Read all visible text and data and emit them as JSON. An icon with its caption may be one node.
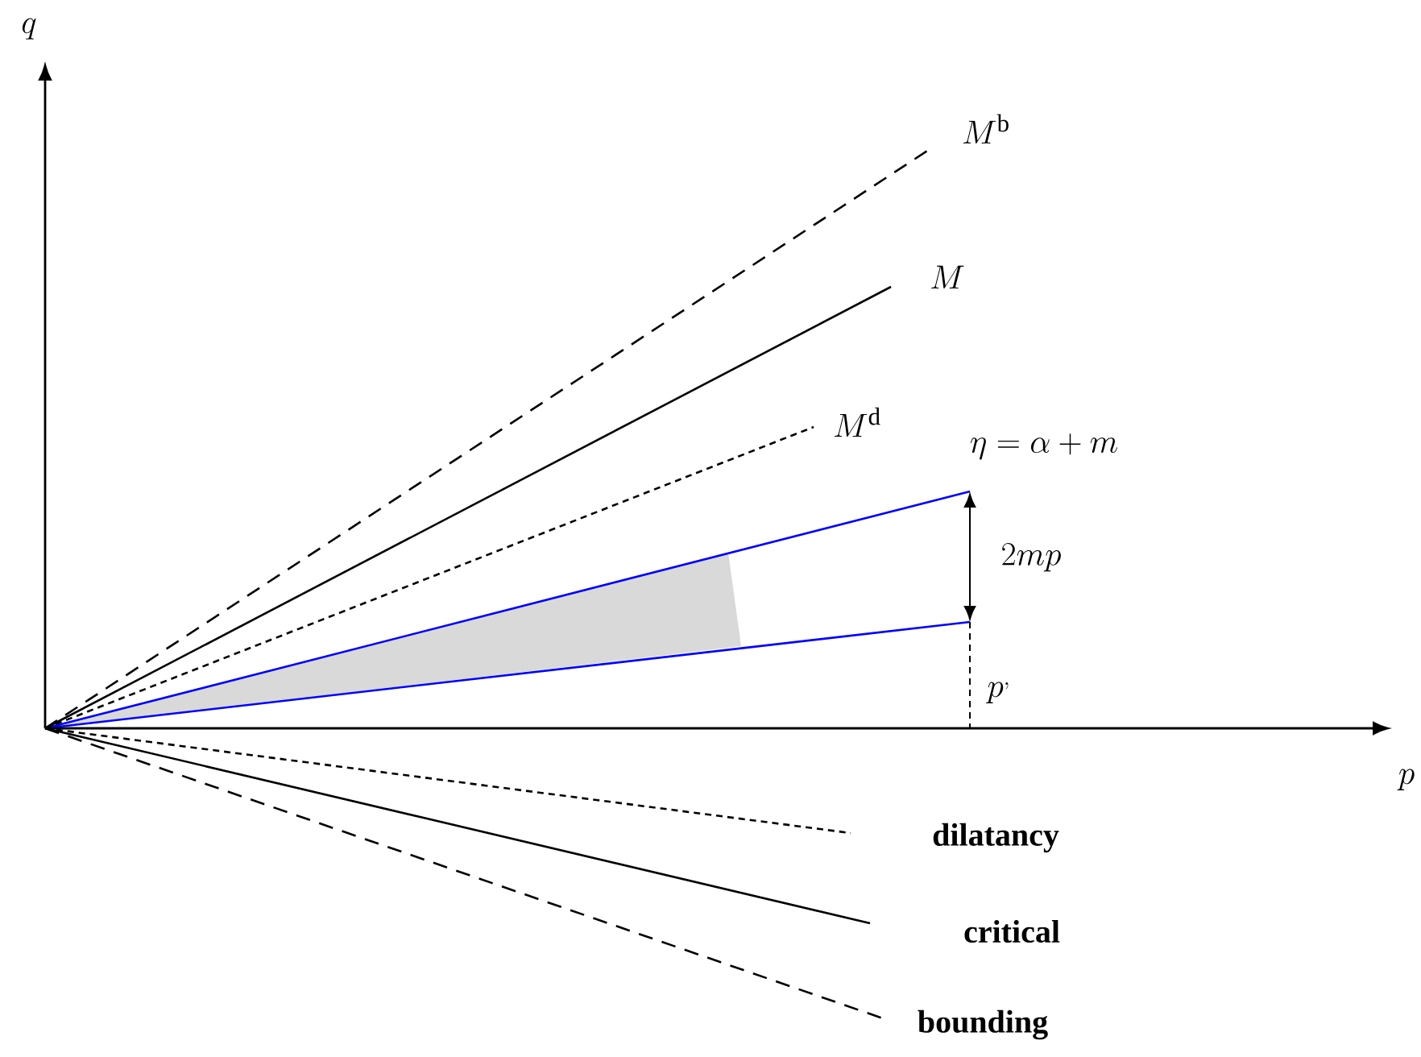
{
  "diagram": {
    "labels": [
      "q",
      "M^{\\mathrm{b}}",
      "M",
      "M^{\\mathrm{d}}",
      "\\eta = \\alpha + m",
      "2mp",
      "p^{,}",
      "p",
      "dilatancy",
      "critical",
      "bounding"
    ]
  }
}
